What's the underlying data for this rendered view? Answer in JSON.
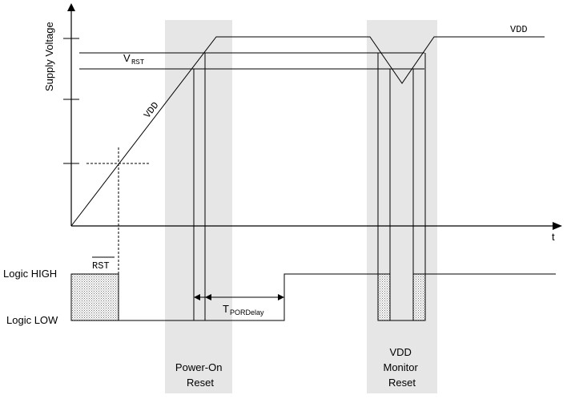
{
  "diagram": {
    "y_axis_label": "Supply Voltage",
    "x_axis_label": "t",
    "vdd_label_top": "VDD",
    "vdd_label_ramp": "VDD",
    "vrst_label_main": "V",
    "vrst_label_sub": "RST",
    "rst_label": "RST",
    "logic_high_label": "Logic HIGH",
    "logic_low_label": "Logic LOW",
    "tpor_label_main": "T",
    "tpor_label_sub": "PORDelay",
    "band_power_on": [
      "Power-On",
      "Reset"
    ],
    "band_vdd_monitor": [
      "VDD",
      "Monitor",
      "Reset"
    ]
  },
  "colors": {
    "band_fill": "#e6e6e6",
    "line": "#000000"
  }
}
